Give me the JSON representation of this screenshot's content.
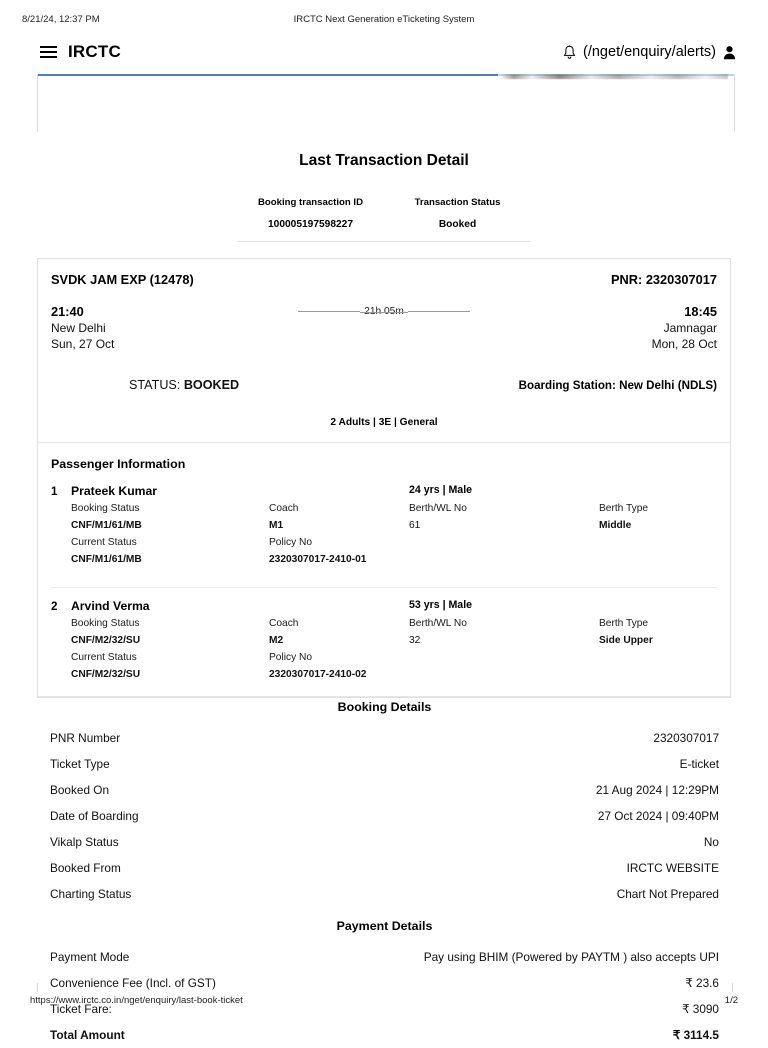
{
  "print_header": {
    "left": "8/21/24, 12:37 PM",
    "center": "IRCTC Next Generation eTicketing System"
  },
  "navbar": {
    "menu_icon": "hamburger-icon",
    "brand": "IRCTC",
    "bell_icon": "bell-icon",
    "alerts_link": "(/nget/enquiry/alerts)",
    "user_icon": "user-icon"
  },
  "transaction": {
    "title": "Last Transaction Detail",
    "headers": [
      "Booking transaction ID",
      "Transaction Status"
    ],
    "values": [
      "100005197598227",
      "Booked"
    ]
  },
  "ticket": {
    "train_name": "SVDK JAM EXP (12478)",
    "pnr_label": "PNR: 2320307017",
    "departure": {
      "time": "21:40",
      "station": "New Delhi",
      "date": "Sun, 27 Oct"
    },
    "duration": "21h 05m",
    "arrival": {
      "time": "18:45",
      "station": "Jamnagar",
      "date": "Mon, 28 Oct"
    },
    "status_label": "STATUS:",
    "status_value": "BOOKED",
    "boarding_station": "Boarding Station: New Delhi (NDLS)",
    "pax_summary": "2 Adults | 3E | General"
  },
  "passenger_section": {
    "heading": "Passenger Information",
    "labels": {
      "booking_status": "Booking Status",
      "coach": "Coach",
      "berth_wl_no": "Berth/WL No",
      "berth_type": "Berth Type",
      "current_status": "Current Status",
      "policy_no": "Policy No"
    },
    "passengers": [
      {
        "index": "1",
        "name": "Prateek Kumar",
        "age_gender": "24 yrs | Male",
        "booking_status": "CNF/M1/61/MB",
        "coach": "M1",
        "berth_wl_no": "61",
        "berth_type": "Middle",
        "current_status": "CNF/M1/61/MB",
        "policy_no": "2320307017-2410-01"
      },
      {
        "index": "2",
        "name": "Arvind Verma",
        "age_gender": "53 yrs | Male",
        "booking_status": "CNF/M2/32/SU",
        "coach": "M2",
        "berth_wl_no": "32",
        "berth_type": "Side Upper",
        "current_status": "CNF/M2/32/SU",
        "policy_no": "2320307017-2410-02"
      }
    ]
  },
  "booking_details": {
    "title": "Booking Details",
    "rows": [
      {
        "key": "PNR Number",
        "value": "2320307017"
      },
      {
        "key": "Ticket Type",
        "value": "E-ticket"
      },
      {
        "key": "Booked On",
        "value": "21 Aug 2024 | 12:29PM"
      },
      {
        "key": "Date of Boarding",
        "value": "27 Oct 2024 | 09:40PM"
      },
      {
        "key": "Vikalp Status",
        "value": "No"
      },
      {
        "key": "Booked From",
        "value": "IRCTC WEBSITE"
      },
      {
        "key": "Charting Status",
        "value": "Chart Not Prepared"
      }
    ]
  },
  "payment_details": {
    "title": "Payment Details",
    "rows": [
      {
        "key": "Payment Mode",
        "value": "Pay using BHIM (Powered by PAYTM ) also accepts UPI"
      },
      {
        "key": "Convenience Fee (Incl. of GST)",
        "value": "₹ 23.6"
      },
      {
        "key": "Ticket Fare:",
        "value": "₹ 3090"
      }
    ],
    "total": {
      "key": "Total Amount",
      "value": "₹ 3114.5"
    }
  },
  "print_footer": {
    "url": "https://www.irctc.co.in/nget/enquiry/last-book-ticket",
    "page": "1/2"
  },
  "colors": {
    "accent_blue": "#4a7fc1",
    "card_border": "#e0e0e0",
    "rule": "#e6e6e6"
  }
}
